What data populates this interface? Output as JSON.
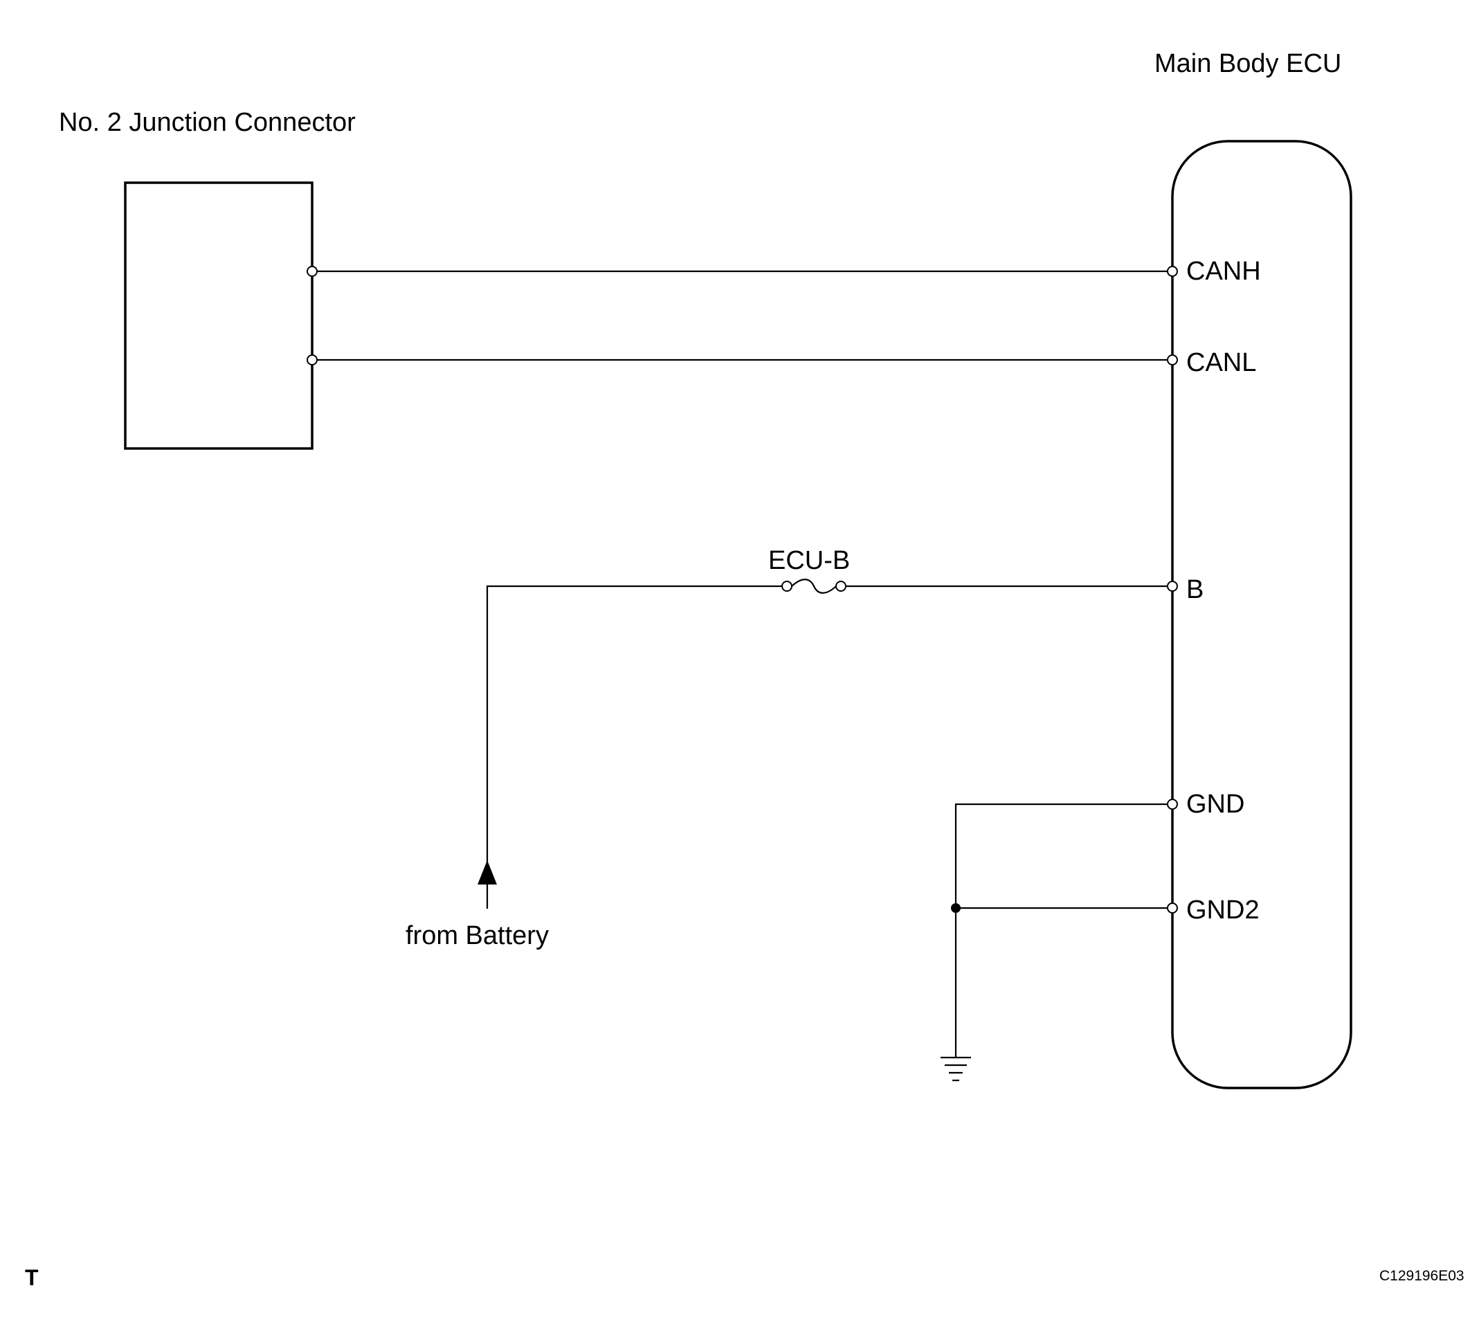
{
  "components": {
    "junction_connector_label": "No. 2 Junction Connector",
    "ecu_label": "Main Body ECU"
  },
  "pins": {
    "canh": "CANH",
    "canl": "CANL",
    "b": "B",
    "gnd": "GND",
    "gnd2": "GND2"
  },
  "fuse": {
    "label": "ECU-B"
  },
  "battery": {
    "label": "from Battery"
  },
  "footer": {
    "left_mark": "T",
    "figure_code": "C129196E03"
  }
}
